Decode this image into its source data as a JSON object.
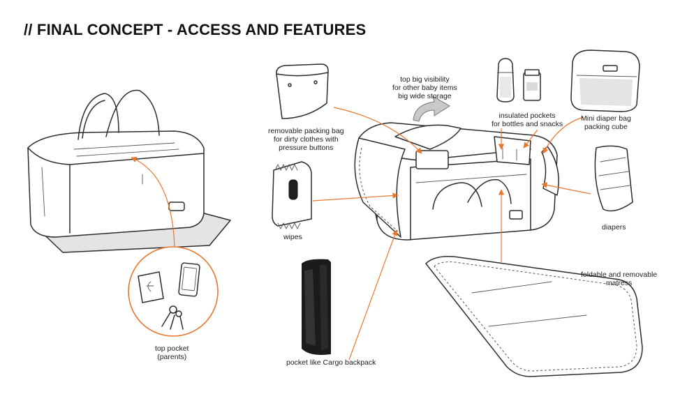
{
  "title": "// FINAL CONCEPT - ACCESS AND FEATURES",
  "accent_color": "#e8772e",
  "labels": {
    "top_pocket": [
      "top pocket",
      "(parents)"
    ],
    "removable_bag": [
      "removable packing bag",
      "for dirty clothes with",
      "pressure buttons"
    ],
    "top_visibility": [
      "top big visibility",
      "for other baby items",
      "big wide storage"
    ],
    "insulated_pockets": [
      "insulated pockets",
      "for bottles and snacks"
    ],
    "mini_diaper_bag": [
      "Mini diaper bag",
      "packing cube"
    ],
    "wipes": [
      "wipes"
    ],
    "diapers": [
      "diapers"
    ],
    "mattress": [
      "foldable and removable",
      "matress"
    ],
    "cargo_pocket": [
      "pocket like Cargo backpack"
    ]
  },
  "icons": [
    "wallet-icon",
    "phone-icon",
    "keys-icon",
    "bottle-icon",
    "jar-icon",
    "sketch-bag-icon"
  ]
}
